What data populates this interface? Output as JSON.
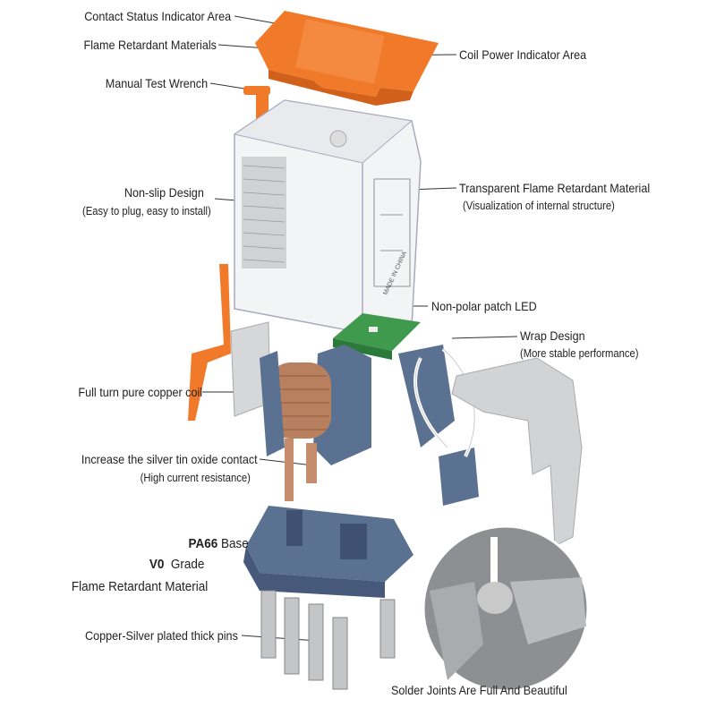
{
  "labels": {
    "contact_status": "Contact Status Indicator Area",
    "flame_materials": "Flame Retardant Materials",
    "test_wrench": "Manual Test Wrench",
    "non_slip": "Non-slip Design",
    "non_slip_sub": "(Easy to plug,  easy to install)",
    "copper_coil": "Full turn pure copper coil",
    "silver_contact": "Increase the silver tin oxide contact",
    "silver_contact_sub": "(High current resistance)",
    "pa66_bold": "PA66",
    "pa66_rest": " Base",
    "v0_bold": "V0",
    "v0_rest": "  Grade",
    "flame_material": "Flame Retardant Material",
    "pins": "Copper-Silver plated thick pins",
    "coil_power": "Coil Power Indicator Area",
    "transparent": "Transparent Flame Retardant Material",
    "transparent_sub": "(Visualization of internal structure)",
    "led": "Non-polar patch LED",
    "wrap": "Wrap Design",
    "wrap_sub": "(More stable performance)",
    "solder": "Solder Joints Are Full And Beautiful"
  },
  "product_marks": {
    "made_in": "MADE IN CHINA"
  },
  "colors": {
    "orange": "#f07a2a",
    "blue": "#5a7191",
    "copper": "#b8805e",
    "pcb": "#3f9a4e",
    "steel": "#c4c6c8"
  }
}
